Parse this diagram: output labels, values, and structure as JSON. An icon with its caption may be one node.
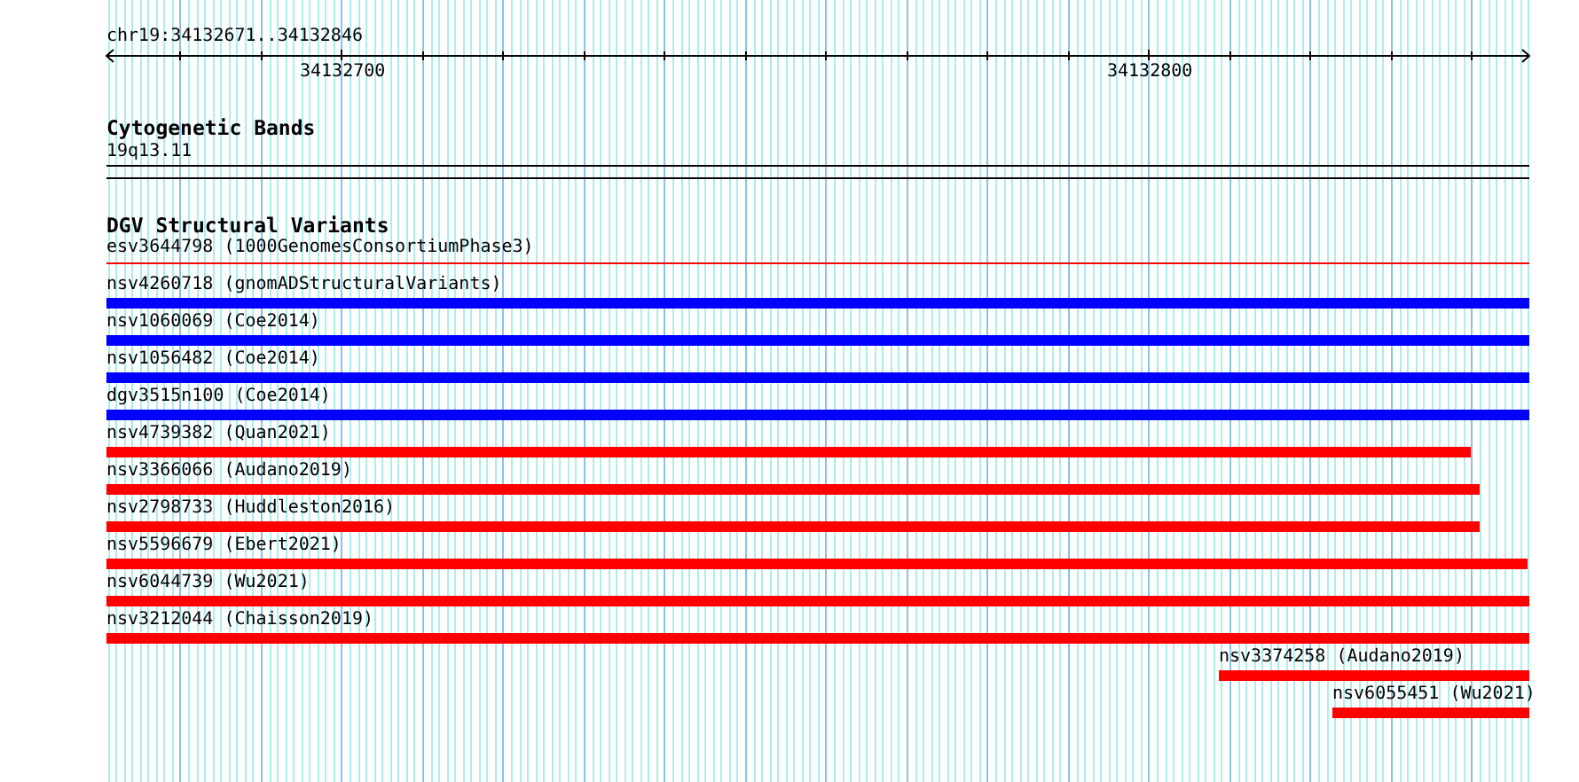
{
  "diagram": {
    "title": "chr19:34132671..34132846",
    "nodes": [
      {
        "text": [
          "Cytogenetic Bands"
        ]
      },
      {
        "text": [
          "19q13.11"
        ],
        "in": 0
      },
      {
        "text": [
          "DGV Structural Variants"
        ]
      },
      {
        "text": [
          "esv3644798 (1000GenomesConsortiumPhase3)"
        ],
        "in": 2
      },
      {
        "text": [
          "nsv4260718 (gnomADStructuralVariants)"
        ],
        "in": 2
      },
      {
        "text": [
          "nsv1060069 (Coe2014)"
        ],
        "in": 2
      },
      {
        "text": [
          "nsv1056482 (Coe2014)"
        ],
        "in": 2
      },
      {
        "text": [
          "dgv3515n100 (Coe2014)"
        ],
        "in": 2
      },
      {
        "text": [
          "nsv4739382 (Quan2021)"
        ],
        "in": 2
      },
      {
        "text": [
          "nsv3366066 (Audano2019)"
        ],
        "in": 2
      },
      {
        "text": [
          "nsv2798733 (Huddleston2016)"
        ],
        "in": 2
      },
      {
        "text": [
          "nsv5596679 (Ebert2021)"
        ],
        "in": 2
      },
      {
        "text": [
          "nsv6044739 (Wu2021)"
        ],
        "in": 2
      },
      {
        "text": [
          "nsv3212044 (Chaisson2019)"
        ],
        "in": 2
      },
      {
        "text": [
          "nsv3374258 (Audano2019)"
        ],
        "in": 2
      },
      {
        "text": [
          "nsv6055451 (Wu2021)"
        ],
        "in": 2
      }
    ],
    "labels": [
      "34132700",
      "34132800"
    ]
  }
}
